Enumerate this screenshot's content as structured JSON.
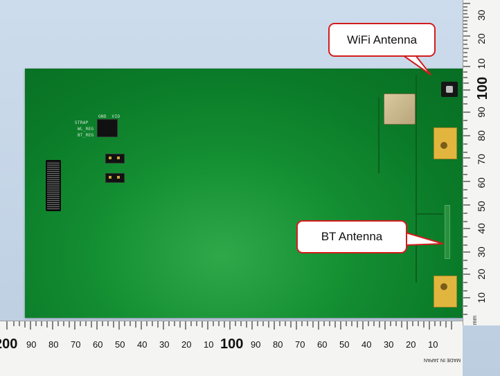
{
  "callouts": {
    "wifi": "WiFi Antenna",
    "bt": "BT Antenna"
  },
  "silkscreen": {
    "gnd_vio": "GND  VIO",
    "strap": "STRAP",
    "wl_reg": "WL_REG",
    "bt_reg": "BT_REG"
  },
  "ruler_vertical": [
    "30",
    "20",
    "10",
    "100",
    "90",
    "80",
    "70",
    "60",
    "50",
    "40",
    "30",
    "20",
    "10"
  ],
  "ruler_horizontal": [
    "200",
    "90",
    "80",
    "70",
    "60",
    "50",
    "40",
    "30",
    "20",
    "10",
    "100",
    "90",
    "80",
    "70",
    "60",
    "50",
    "40",
    "30",
    "20",
    "10"
  ],
  "ruler_units": "mm",
  "ruler_brand": "MADE IN JAPAN",
  "colors": {
    "callout_border": "#d21d1d",
    "pcb_green": "#0a7a28",
    "gold": "#e2b63e"
  }
}
